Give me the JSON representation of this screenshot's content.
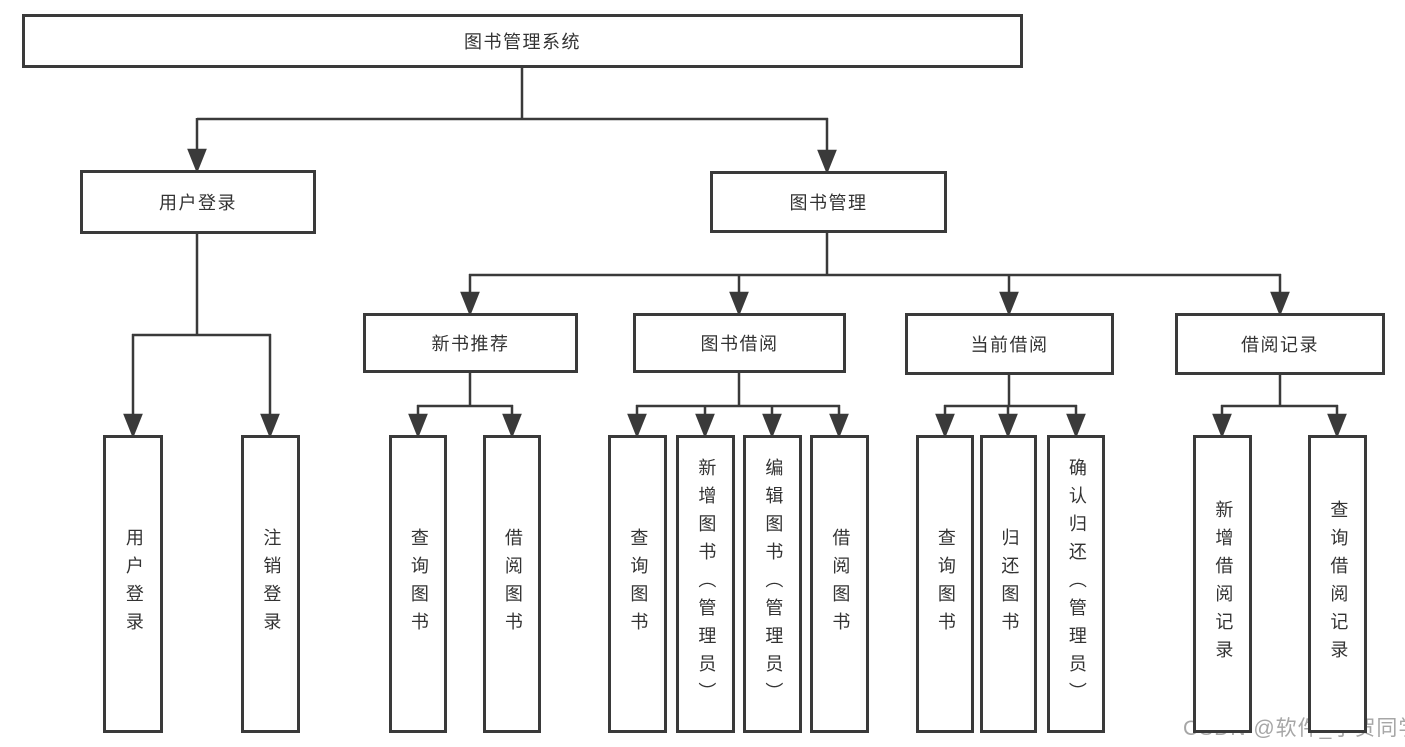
{
  "page": {
    "background": "#ffffff",
    "line_color": "#3a3a3a",
    "text_color": "#333333"
  },
  "diagram": {
    "title": "图书管理系统",
    "branches": [
      {
        "label": "用户登录",
        "children": [
          "用户登录",
          "注销登录"
        ]
      },
      {
        "label": "图书管理",
        "children": [
          {
            "label": "新书推荐",
            "children": [
              "查询图书",
              "借阅图书"
            ]
          },
          {
            "label": "图书借阅",
            "children": [
              "查询图书",
              "新增图书（管理员）",
              "编辑图书（管理员）",
              "借阅图书"
            ]
          },
          {
            "label": "当前借阅",
            "children": [
              "查询图书",
              "归还图书",
              "确认归还（管理员）"
            ]
          },
          {
            "label": "借阅记录",
            "children": [
              "新增借阅记录",
              "查询借阅记录"
            ]
          }
        ]
      }
    ]
  },
  "watermark": {
    "text": "CSDN @软件_小贺同学",
    "color": "#a6a6a6"
  }
}
